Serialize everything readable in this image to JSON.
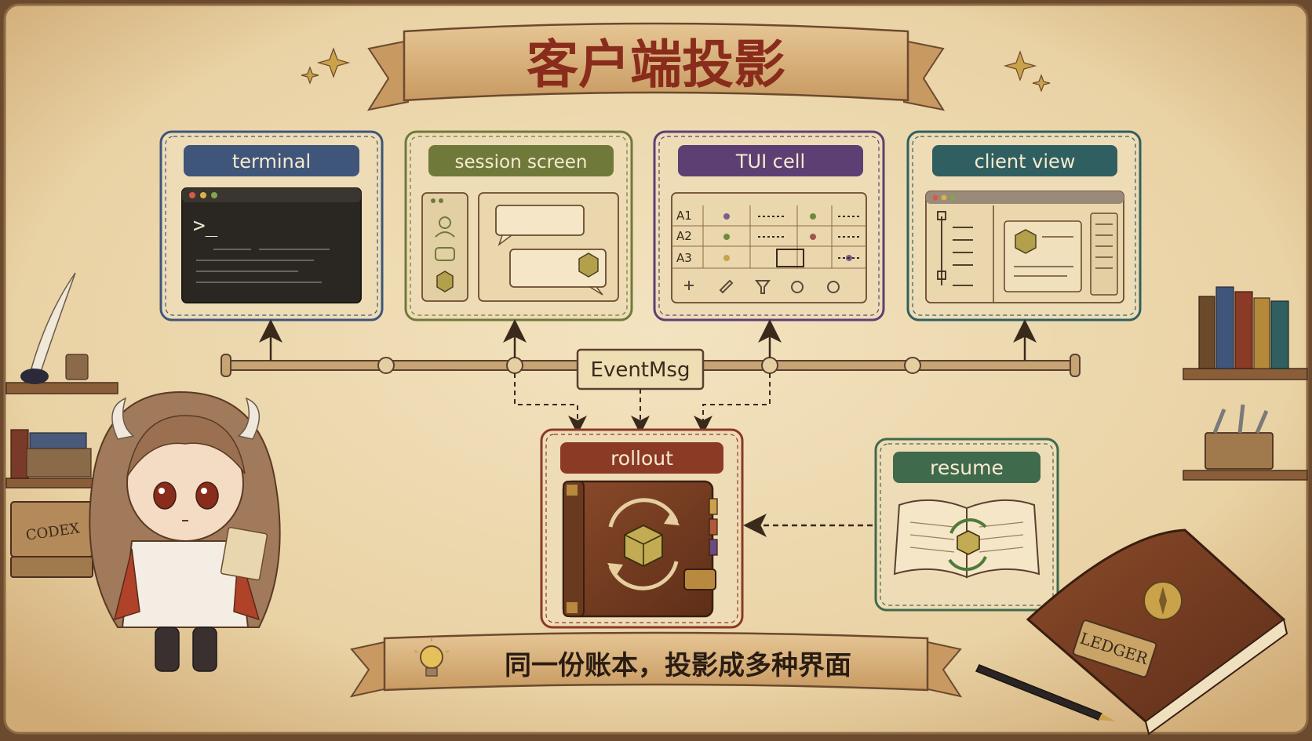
{
  "title": "客户端投影",
  "colors": {
    "parchment": "#efdcb4",
    "ink": "#3a2a1c",
    "title_red": "#8a2c1c",
    "terminal": "#3f557a",
    "session": "#6f7a3a",
    "tui": "#5e3f73",
    "client": "#2f5f60",
    "rollout": "#8b3a26",
    "resume": "#3f6a4c"
  },
  "views": [
    {
      "label": "terminal"
    },
    {
      "label": "session screen"
    },
    {
      "label": "TUI cell"
    },
    {
      "label": "client view"
    }
  ],
  "terminal": {
    "prompt": ">_"
  },
  "tui": {
    "rows": [
      "A1",
      "A2",
      "A3"
    ]
  },
  "bus": {
    "label": "EventMsg"
  },
  "rollout": {
    "label": "rollout"
  },
  "resume": {
    "label": "resume"
  },
  "banner": {
    "text": "同一份账本，投影成多种界面"
  },
  "props": {
    "crate_label": "CODEX",
    "ledger_label": "LEDGER"
  },
  "icons": {
    "sparkles": "sparkle-icon",
    "bulb": "lightbulb-icon",
    "cube": "cube-icon",
    "cycle": "cycle-arrows-icon"
  }
}
